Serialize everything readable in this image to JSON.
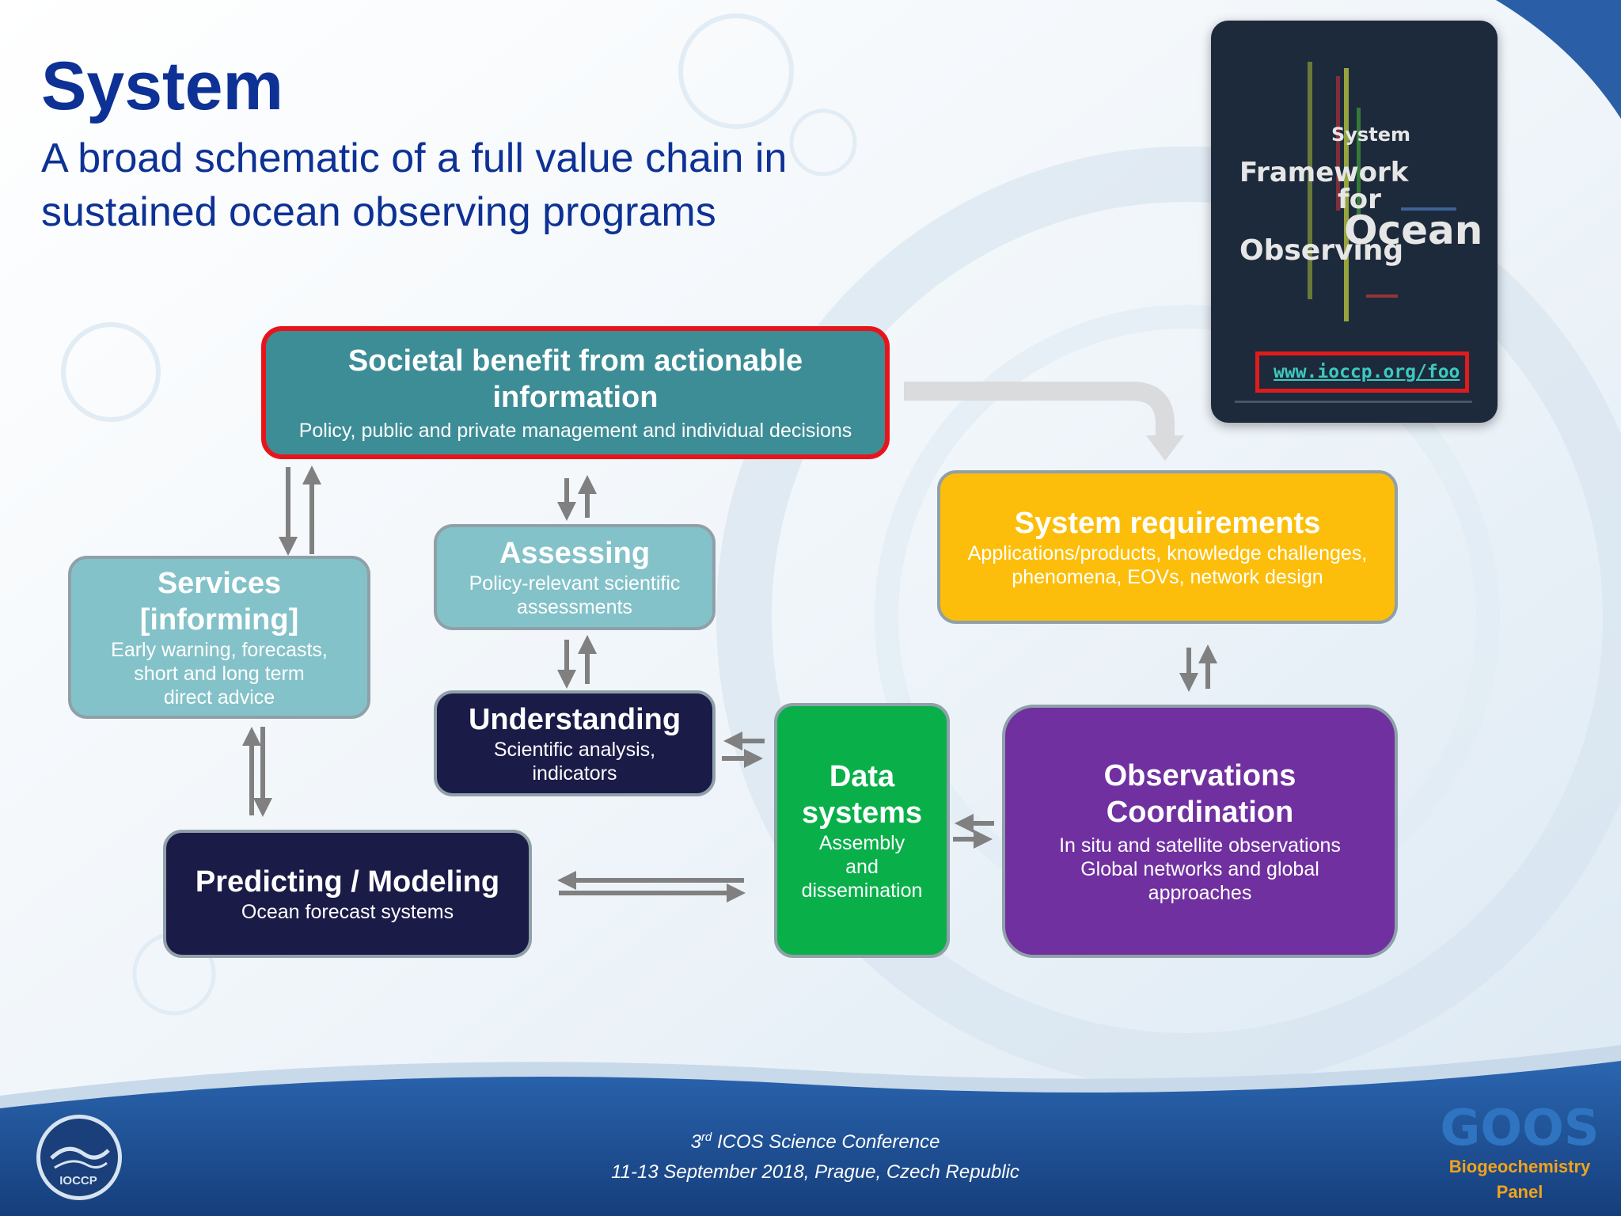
{
  "slide": {
    "title": "System",
    "subtitle_line1": "A broad schematic of a full value chain in",
    "subtitle_line2": "sustained ocean observing programs"
  },
  "nodes": {
    "societal": {
      "heading_line1": "Societal benefit from actionable",
      "heading_line2": "information",
      "detail": "Policy, public and private management and individual decisions"
    },
    "services": {
      "heading_line1": "Services",
      "heading_line2": "[informing]",
      "detail_line1": "Early warning, forecasts,",
      "detail_line2": "short and long term",
      "detail_line3": "direct advice"
    },
    "assessing": {
      "heading": "Assessing",
      "detail_line1": "Policy-relevant scientific",
      "detail_line2": "assessments"
    },
    "understanding": {
      "heading": "Understanding",
      "detail_line1": "Scientific analysis,",
      "detail_line2": "indicators"
    },
    "predicting": {
      "heading": "Predicting / Modeling",
      "detail": "Ocean forecast systems"
    },
    "data_systems": {
      "heading_line1": "Data",
      "heading_line2": "systems",
      "detail_line1": "Assembly",
      "detail_line2": "and",
      "detail_line3": "dissemination"
    },
    "system_requirements": {
      "heading": "System requirements",
      "detail_line1": "Applications/products, knowledge challenges,",
      "detail_line2": "phenomena, EOVs, network design"
    },
    "observations": {
      "heading_line1": "Observations",
      "heading_line2": "Coordination",
      "detail_line1": "In situ and satellite observations",
      "detail_line2": "Global networks and global",
      "detail_line3": "approaches"
    }
  },
  "book": {
    "words": {
      "system": "System",
      "framework": "Framework",
      "for": "for",
      "ocean": "Ocean",
      "observing": "Observing"
    },
    "link": "www.ioccp.org/foo"
  },
  "footer": {
    "conference_ordinal": "3",
    "conference_suffix": "rd",
    "conference_name": " ICOS Science Conference",
    "dates": "11-13 September 2018, Prague, Czech Republic",
    "panel_logo": "GOOS",
    "panel_line1": "Biogeochemistry",
    "panel_line2": "Panel",
    "left_logo_text": "IOCCP"
  },
  "colors": {
    "title": "#0d3194",
    "societal": "#3d8d96",
    "societal_border": "#e8141b",
    "services": "#84c2c9",
    "assessing": "#84c2c9",
    "understanding": "#1b1b48",
    "predicting": "#1b1b48",
    "data_systems": "#09b04a",
    "system_requirements": "#fcbe0a",
    "observations": "#7030a0",
    "arrows": "#808080",
    "footer_band": "#1d4c91"
  }
}
